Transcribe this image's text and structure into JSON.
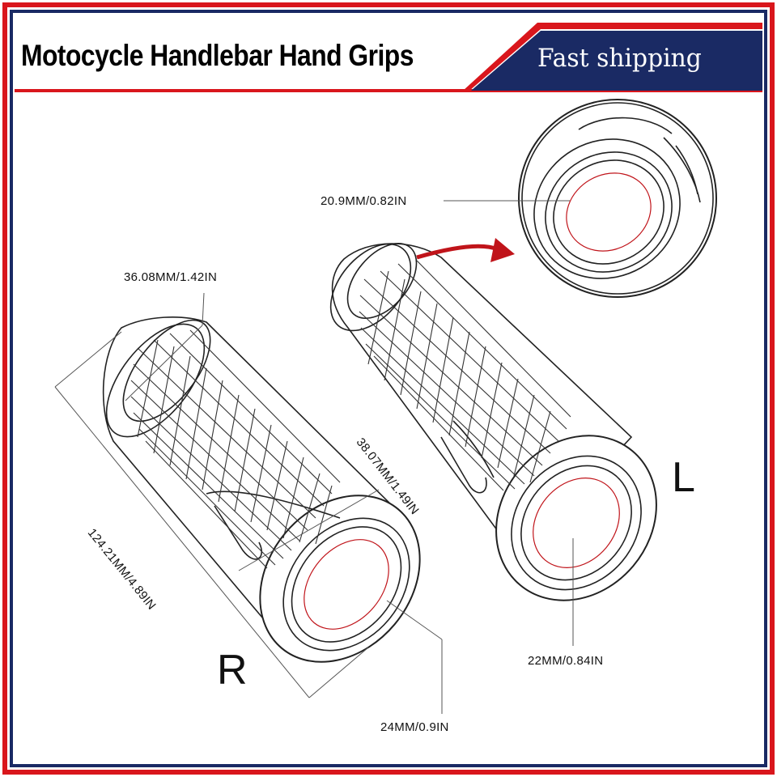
{
  "header": {
    "title": "Motocycle Handlebar Hand Grips",
    "badge": "Fast shipping"
  },
  "dimensions": {
    "outer_diameter_end": "36.08MM/1.42IN",
    "length": "124.21MM/4.89IN",
    "outer_diameter_mid": "38.07MM/1.49IN",
    "inner_diameter_detail": "20.9MM/0.82IN",
    "inner_diameter_right": "24MM/0.9IN",
    "inner_diameter_left": "22MM/0.84IN"
  },
  "side_labels": {
    "right": "R",
    "left": "L"
  },
  "colors": {
    "frame_red": "#d9161c",
    "frame_navy": "#1a2a64",
    "line_gray": "#555555",
    "accent_red": "#c0141a"
  }
}
